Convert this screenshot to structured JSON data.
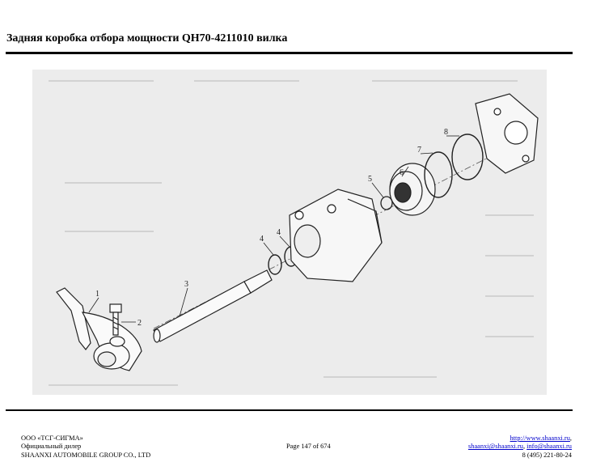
{
  "header": {
    "title": "Задняя коробка отбора мощности QH70-4211010 вилка"
  },
  "figure": {
    "part_labels": [
      "1",
      "2",
      "3",
      "4",
      "4",
      "5",
      "6",
      "7",
      "8"
    ]
  },
  "footer": {
    "company": "ООО «ТСГ-СИГМА»",
    "dealer": "Официальный дилер",
    "group": "SHAANXI AUTOMOBILE GROUP CO., LTD",
    "page": "Page 147 of 674",
    "website": "http://www.shaanxi.ru",
    "website_suffix": ",",
    "email1": "shaanxi@shaanxi.ru",
    "email_sep": ", ",
    "email2": "info@shaanxi.ru",
    "phone": "8 (495) 221-80-24"
  }
}
